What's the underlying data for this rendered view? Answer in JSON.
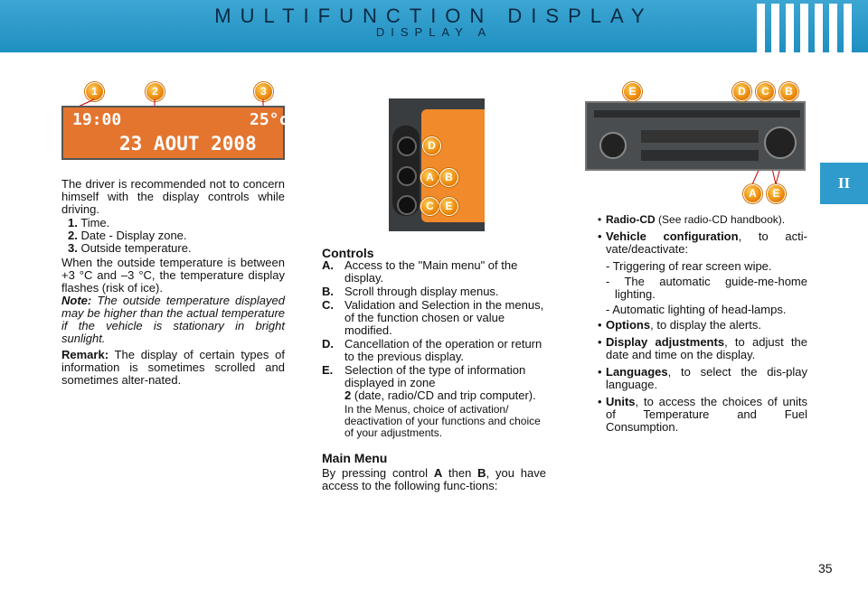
{
  "header": {
    "title": "MULTIFUNCTION DISPLAY",
    "subtitle": "DISPLAY A"
  },
  "chapter_tab": "II",
  "page_number": "35",
  "lcd": {
    "time": "19:00",
    "temp": "25°c",
    "date": "23 AOUT 2008"
  },
  "markers_top": [
    "1",
    "2",
    "3"
  ],
  "markers_radio_top": [
    "E",
    "D",
    "C",
    "B"
  ],
  "markers_radio_bottom": [
    "A",
    "E"
  ],
  "markers_panel": [
    "D",
    "A",
    "B",
    "C",
    "E"
  ],
  "left": {
    "intro": "The driver is recommended not to concern himself with the display controls while driving.",
    "items": [
      {
        "n": "1.",
        "t": "Time."
      },
      {
        "n": "2.",
        "t": "Date - Display zone."
      },
      {
        "n": "3.",
        "t": "Outside temperature."
      }
    ],
    "temp_text": "When the outside temperature is between +3 °C and –3 °C, the temperature display flashes (risk of ice).",
    "note_label": "Note:",
    "note_text": "The outside temperature displayed may be higher than the actual temperature if the vehicle is stationary in bright sunlight.",
    "remark_label": "Remark:",
    "remark_text": "The display of certain types of information is sometimes scrolled and sometimes alter-nated."
  },
  "middle": {
    "controls_heading": "Controls",
    "controls": [
      {
        "k": "A.",
        "t": "Access to the \"Main menu\" of the display."
      },
      {
        "k": "B.",
        "t": "Scroll through display menus."
      },
      {
        "k": "C.",
        "t": "Validation and Selection in the menus, of the function chosen or value modified."
      },
      {
        "k": "D.",
        "t": "Cancellation of the operation or return to the previous display."
      },
      {
        "k": "E.",
        "t": "Selection of the type of information displayed in zone"
      }
    ],
    "e_zone": "2",
    "e_rest": "(date, radio/CD and trip computer).",
    "e_note": "In the Menus, choice of activation/ deactivation of your functions and choice of your adjustments.",
    "main_menu_heading": "Main Menu",
    "main_menu_a": "By pressing control",
    "key_a": "A",
    "then": "then",
    "key_b": "B",
    "main_menu_b": ", you have access to the following func-tions:"
  },
  "right": {
    "radio_cd": "Radio-CD",
    "radio_cd_note": "(See radio-CD handbook).",
    "vehicle_config": "Vehicle configuration",
    "vehicle_config_rest": ", to acti-vate/deactivate:",
    "sub_items": [
      "- Triggering of rear screen wipe.",
      "- The automatic guide-me-home lighting.",
      "- Automatic lighting of head-lamps."
    ],
    "options": "Options",
    "options_rest": ", to display the alerts.",
    "display_adj": "Display adjustments",
    "display_adj_rest": ", to adjust the date and time on the display.",
    "languages": "Languages",
    "languages_rest": ", to select the dis-play language.",
    "units": "Units",
    "units_rest": ", to access the choices of units of Temperature and Fuel Consumption."
  }
}
